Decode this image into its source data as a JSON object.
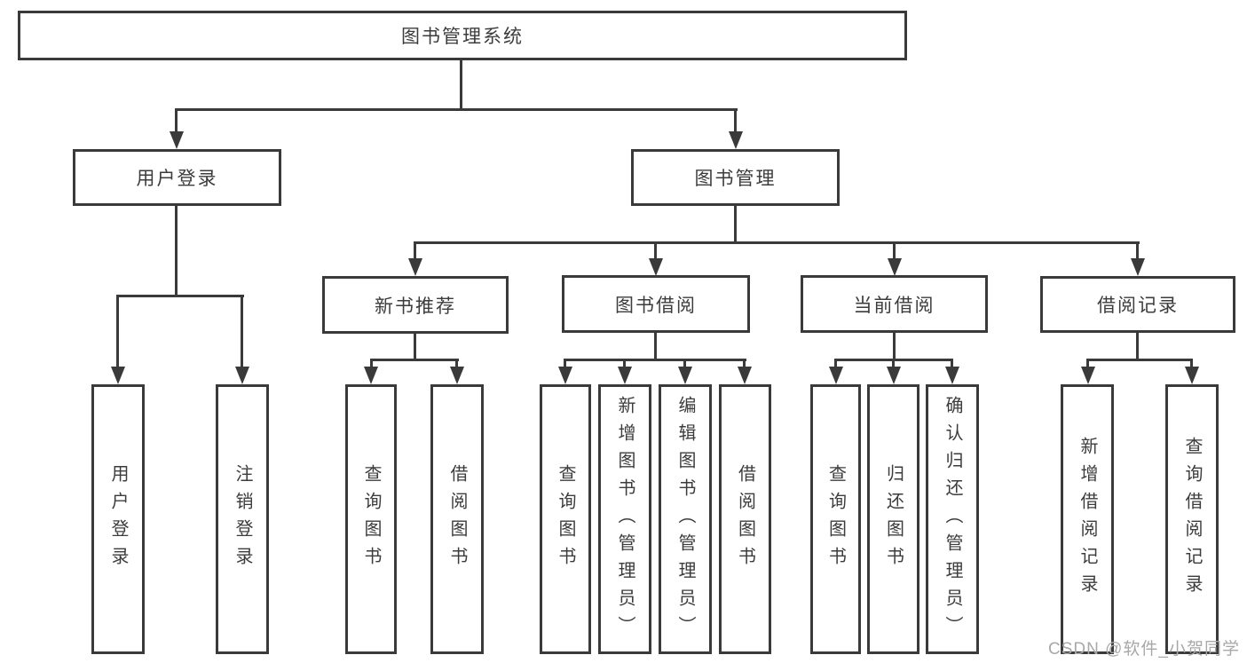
{
  "diagram": {
    "root": {
      "label": "图书管理系统"
    },
    "level2": [
      {
        "label": "用户登录"
      },
      {
        "label": "图书管理"
      }
    ],
    "level3": [
      {
        "label": "新书推荐",
        "parent": "图书管理"
      },
      {
        "label": "图书借阅",
        "parent": "图书管理"
      },
      {
        "label": "当前借阅",
        "parent": "图书管理"
      },
      {
        "label": "借阅记录",
        "parent": "图书管理"
      }
    ],
    "level4": [
      {
        "label": "用户登录",
        "parent": "用户登录"
      },
      {
        "label": "注销登录",
        "parent": "用户登录"
      },
      {
        "label": "查询图书",
        "parent": "新书推荐"
      },
      {
        "label": "借阅图书",
        "parent": "新书推荐"
      },
      {
        "label": "查询图书",
        "parent": "图书借阅"
      },
      {
        "label": "新增图书（管理员）",
        "parent": "图书借阅"
      },
      {
        "label": "编辑图书（管理员）",
        "parent": "图书借阅"
      },
      {
        "label": "借阅图书",
        "parent": "图书借阅"
      },
      {
        "label": "查询图书",
        "parent": "当前借阅"
      },
      {
        "label": "归还图书",
        "parent": "当前借阅"
      },
      {
        "label": "确认归还（管理员）",
        "parent": "当前借阅"
      },
      {
        "label": "新增借阅记录",
        "parent": "借阅记录"
      },
      {
        "label": "查询借阅记录",
        "parent": "借阅记录"
      }
    ]
  },
  "watermark": "CSDN @软件_小贺同学",
  "colors": {
    "line": "#3a3a3a",
    "text": "#3c3c3c",
    "watermark": "#a8a8a8",
    "background": "#ffffff"
  }
}
